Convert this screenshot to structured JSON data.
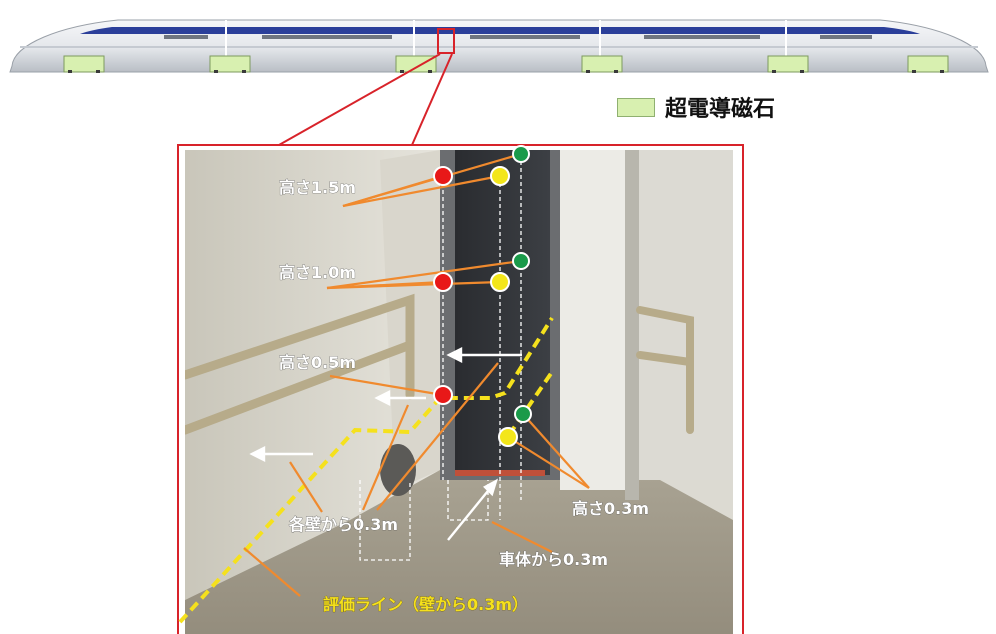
{
  "legend": {
    "label": "超電導磁石",
    "swatch_color": "#d8f0b0"
  },
  "labels": {
    "height_15": "高さ1.5m",
    "height_10": "高さ1.0m",
    "height_05": "高さ0.5m",
    "height_03": "高さ0.3m",
    "from_each_wall": "各壁から0.3m",
    "from_car_body": "車体から0.3m",
    "evaluation_line": "評価ライン（壁から0.3m）"
  },
  "colors": {
    "frame": "#d8232a",
    "callout": "#f08a2e",
    "eval_line": "#f5e11d",
    "eval_label": "#f5e11d",
    "dot_red": "#e81818",
    "dot_yellow": "#f3e61a",
    "dot_green": "#1a9a4a",
    "train_stripe": "#2b3f9a",
    "train_body": "#e9ecef"
  }
}
